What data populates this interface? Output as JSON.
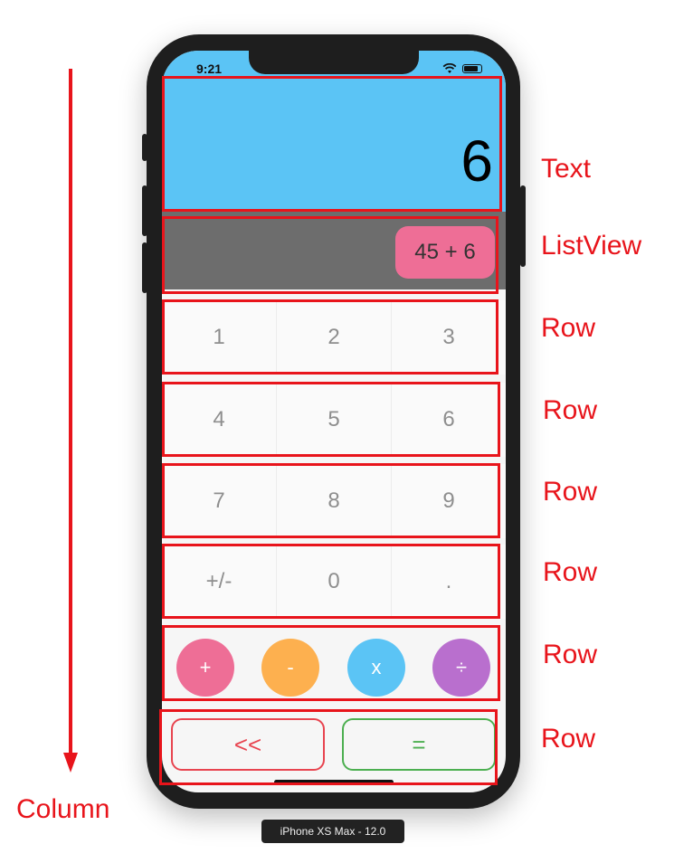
{
  "status_bar": {
    "time": "9:21"
  },
  "display": {
    "value": "6"
  },
  "history": {
    "items": [
      "45 + 6"
    ]
  },
  "keypad": {
    "rows": [
      [
        "1",
        "2",
        "3"
      ],
      [
        "4",
        "5",
        "6"
      ],
      [
        "7",
        "8",
        "9"
      ],
      [
        "+/-",
        "0",
        "."
      ]
    ]
  },
  "operators": [
    {
      "label": "+",
      "color": "#ee6e96"
    },
    {
      "label": "-",
      "color": "#fdb04f"
    },
    {
      "label": "x",
      "color": "#5bc4f5"
    },
    {
      "label": "÷",
      "color": "#b96fce"
    }
  ],
  "actions": {
    "backspace": {
      "label": "<<",
      "color": "#e8444f"
    },
    "equals": {
      "label": "=",
      "color": "#4caf50"
    }
  },
  "annotations": {
    "labels": [
      "Text",
      "ListView",
      "Row",
      "Row",
      "Row",
      "Row",
      "Row",
      "Row"
    ],
    "column_label": "Column",
    "color": "#e8141b"
  },
  "device_label": "iPhone XS Max - 12.0"
}
